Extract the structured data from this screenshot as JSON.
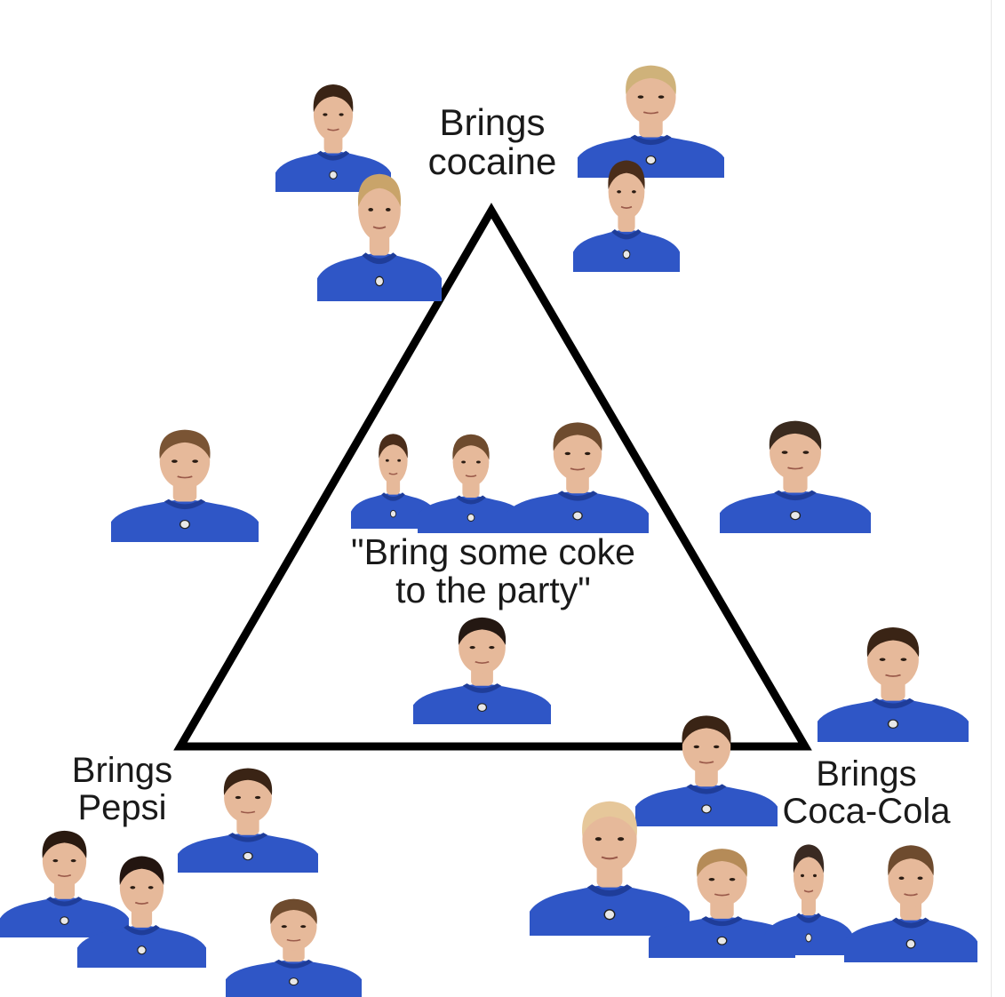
{
  "labels": {
    "top": [
      "Brings",
      "cocaine"
    ],
    "center": [
      "\"Bring some coke",
      "to the party\""
    ],
    "left": [
      "Brings",
      "Pepsi"
    ],
    "right": [
      "Brings",
      "Coca-Cola"
    ]
  },
  "colors": {
    "jersey": "#2f56c6",
    "jersey_dark": "#1f3d99",
    "skin": "#e6b99a",
    "hair": "#5a3b23",
    "triangle": "#000000",
    "background": "#ffffff"
  },
  "people": [
    {
      "group": "top",
      "hair": "#3a2415"
    },
    {
      "group": "top",
      "hair": "#c9a46a"
    },
    {
      "group": "top",
      "hair": "#cfb27a"
    },
    {
      "group": "top",
      "hair": "#4a2d1a"
    },
    {
      "group": "middle",
      "hair": "#7a5434"
    },
    {
      "group": "middle",
      "hair": "#4a2d1a"
    },
    {
      "group": "middle",
      "hair": "#6e4b2e"
    },
    {
      "group": "middle",
      "hair": "#6e4b2e"
    },
    {
      "group": "middle",
      "hair": "#3a2a1e"
    },
    {
      "group": "middle",
      "hair": "#241812"
    },
    {
      "group": "right",
      "hair": "#3a2415"
    },
    {
      "group": "right",
      "hair": "#3a2415"
    },
    {
      "group": "left",
      "hair": "#3a2415"
    },
    {
      "group": "left",
      "hair": "#2a1a10"
    },
    {
      "group": "left",
      "hair": "#231510"
    },
    {
      "group": "left",
      "hair": "#6e4b2e"
    },
    {
      "group": "right",
      "hair": "#e6c79a"
    },
    {
      "group": "right",
      "hair": "#b58b58"
    },
    {
      "group": "right",
      "hair": "#3a2a22"
    },
    {
      "group": "right",
      "hair": "#6e4b2e"
    }
  ]
}
